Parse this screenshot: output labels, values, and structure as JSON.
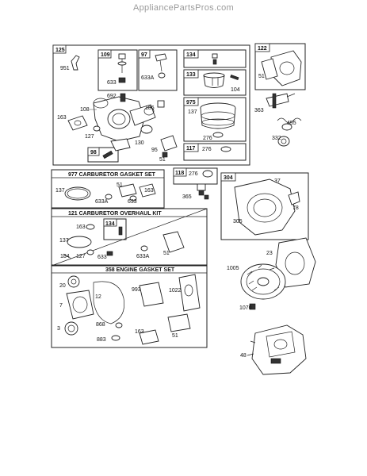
{
  "site": {
    "header": "AppliancePartsPros.com"
  },
  "diagram": {
    "groups": {
      "g125": "125",
      "g109": "109",
      "g97": "97",
      "g134": "134",
      "g133": "133",
      "g975": "975",
      "g117": "117",
      "g98": "98",
      "g122": "122",
      "g118": "118",
      "g304": "304",
      "g134b": "134"
    },
    "headers": {
      "carb_gasket": "977 CARBURETOR  GASKET SET",
      "overhaul": "121 CARBURETOR OVERHAUL KIT",
      "engine_gasket": "358 ENGINE GASKET SET"
    },
    "labels": {
      "p951": "951",
      "p633_a": "633",
      "p633a_a": "633A",
      "p692": "692",
      "p108": "108",
      "p186": "186",
      "p163_a": "163",
      "p127_a": "127",
      "p130": "130",
      "p95": "95",
      "p51_a": "51",
      "p104": "104",
      "p137_a": "137",
      "p276_a": "276",
      "p276_b": "276",
      "p51_b": "51",
      "p363": "363",
      "p455": "455",
      "p332": "332",
      "p137_b": "137",
      "p51_c": "51",
      "p163_b": "163",
      "p633a_b": "633A",
      "p633_b": "633",
      "p276_c": "276",
      "p365": "365",
      "p37": "37",
      "p78": "78",
      "p305": "305",
      "p163_c": "163",
      "p137_c": "137",
      "p184": "184",
      "p127_b": "127",
      "p633_c": "633",
      "p633a_c": "633A",
      "p51_d": "51",
      "p23": "23",
      "p1005": "1005",
      "p1070": "1070",
      "p48": "48",
      "p20": "20",
      "p12": "12",
      "p993": "993",
      "p1022": "1022",
      "p7": "7",
      "p3": "3",
      "p868": "868",
      "p883": "883",
      "p163_d": "163",
      "p51_e": "51"
    }
  }
}
